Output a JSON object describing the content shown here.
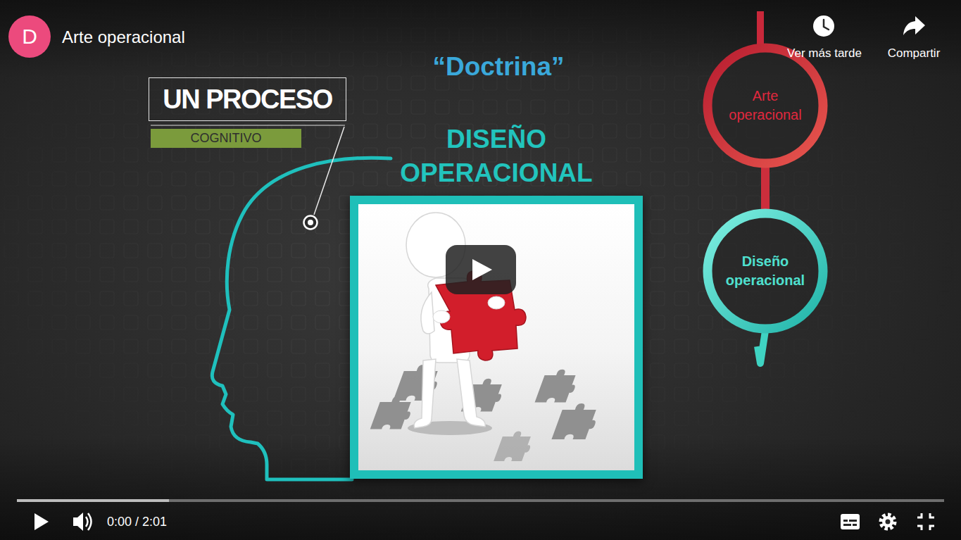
{
  "diagram": {
    "title": "Arte operacional",
    "nodes": [
      {
        "text": [
          "D"
        ]
      },
      {
        "text": [
          "UN PROCESO"
        ]
      },
      {
        "text": [
          "COGNITIVO"
        ]
      },
      {
        "text": [
          "DISEÑO OPERACIONAL"
        ]
      },
      {
        "text": [
          "Arte operacional"
        ]
      },
      {
        "text": [
          "Diseño operacional"
        ]
      }
    ],
    "edges": [
      {
        "from": 4,
        "to": 5,
        "arrow": "none"
      }
    ],
    "labels": [
      "“Doctrina”",
      "Ver más tarde",
      "Compartir",
      "0:00 / 2:01"
    ]
  }
}
